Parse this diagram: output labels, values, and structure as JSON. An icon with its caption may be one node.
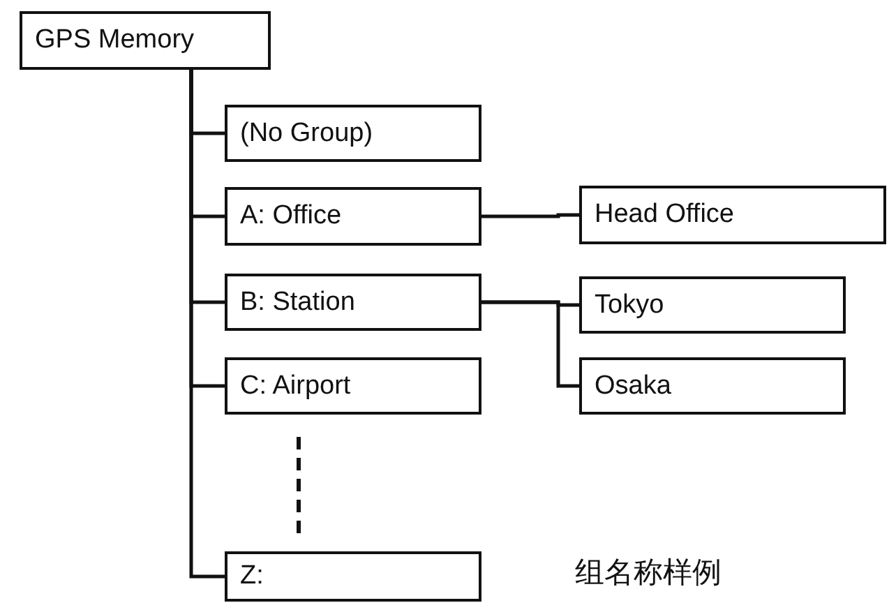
{
  "diagram": {
    "nodes": [
      {
        "text": [
          "GPS Memory"
        ]
      },
      {
        "text": [
          "(No Group)"
        ]
      },
      {
        "text": [
          "A: Office"
        ]
      },
      {
        "text": [
          "Head Office"
        ]
      },
      {
        "text": [
          "B: Station"
        ]
      },
      {
        "text": [
          "Tokyo"
        ]
      },
      {
        "text": [
          "Osaka"
        ]
      },
      {
        "text": [
          "C: Airport"
        ]
      },
      {
        "text": [
          "Z:"
        ]
      }
    ],
    "edges": [
      {
        "from": 0,
        "to": 1,
        "arrow": "none"
      },
      {
        "from": 0,
        "to": 2,
        "arrow": "none"
      },
      {
        "from": 0,
        "to": 4,
        "arrow": "none"
      },
      {
        "from": 0,
        "to": 7,
        "arrow": "none"
      },
      {
        "from": 0,
        "to": 8,
        "arrow": "none"
      },
      {
        "from": 2,
        "to": 3,
        "arrow": "none"
      },
      {
        "from": 4,
        "to": 5,
        "arrow": "none"
      },
      {
        "from": 4,
        "to": 6,
        "arrow": "none"
      }
    ],
    "labels": [
      "组名称样例"
    ]
  }
}
